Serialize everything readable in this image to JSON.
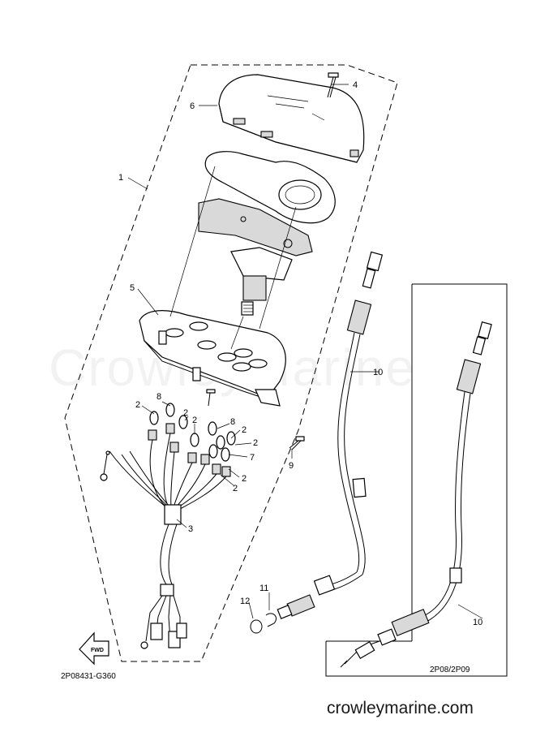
{
  "diagram": {
    "watermark": "CrowleyMarine",
    "site": "crowleymarine.com",
    "drawing_code": "2P08431-G360",
    "model_code": "2P08/2P09",
    "fwd_label": "FWD",
    "callouts": {
      "p1": "1",
      "p2a": "2",
      "p2b": "2",
      "p2c": "2",
      "p2d": "2",
      "p2e": "2",
      "p2f": "2",
      "p2g": "2",
      "p3": "3",
      "p4": "4",
      "p5": "5",
      "p6": "6",
      "p7": "7",
      "p8a": "8",
      "p8b": "8",
      "p9": "9",
      "p10a": "10",
      "p10b": "10",
      "p11": "11",
      "p12": "12"
    }
  }
}
